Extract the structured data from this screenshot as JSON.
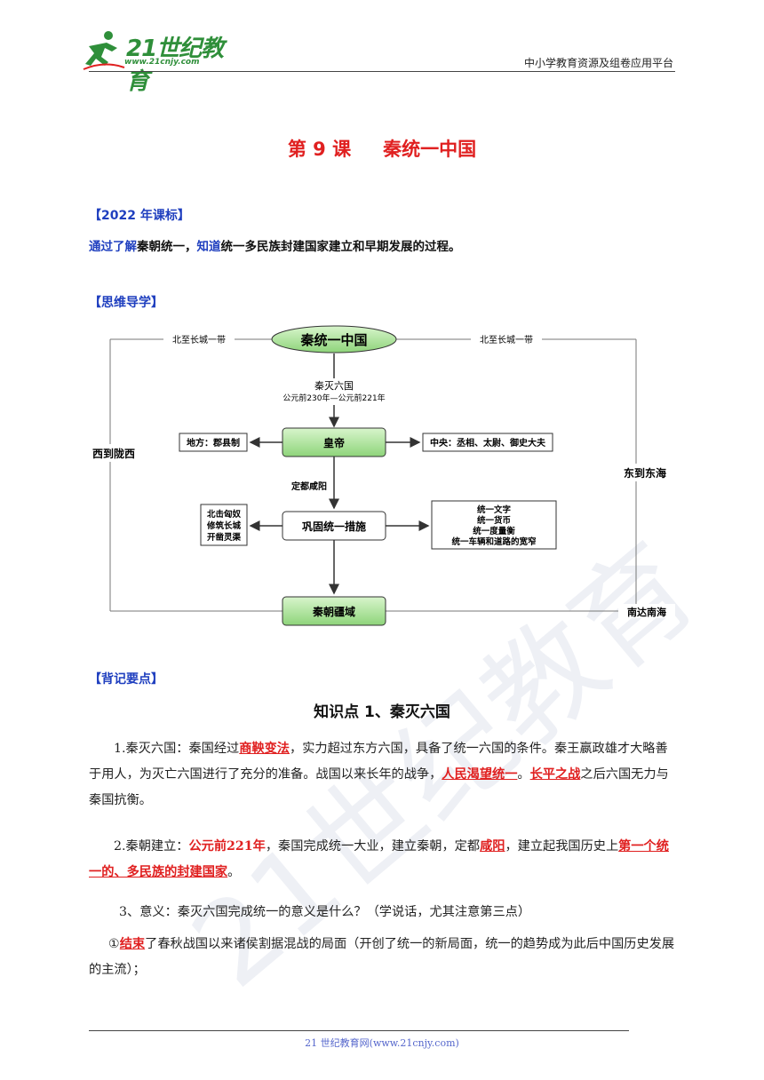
{
  "header": {
    "logo_text": "21世纪教育",
    "logo_url": "www.21cnjy.com",
    "right_text": "中小学教育资源及组卷应用平台"
  },
  "title": {
    "lesson": "第 9 课",
    "name": "秦统一中国"
  },
  "standard": {
    "heading": "【2022 年课标】",
    "part1": "通过了解",
    "part2": "秦朝统一，",
    "part3": "知道",
    "part4": "统一多民族封建国家建立和早期发展的过程。"
  },
  "mindmap": {
    "heading": "【思维导学】",
    "top_node": "秦统一中国",
    "top_left_label": "北至长城一带",
    "top_right_label": "北至长城一带",
    "conquest_label": "秦灭六国",
    "conquest_dates": "公元前230年—公元前221年",
    "emperor_node": "皇帝",
    "local_label": "地方：郡县制",
    "central_label": "中央：丞相、太尉、御史大夫",
    "capital_label": "定都咸阳",
    "measures_node": "巩固统一措施",
    "measures_left": [
      "北击匈奴",
      "修筑长城",
      "开凿灵渠"
    ],
    "measures_right": [
      "统一文字",
      "统一货币",
      "统一度量衡",
      "统一车辆和道路的宽窄"
    ],
    "territory_node": "秦朝疆域",
    "west_label": "西到陇西",
    "east_label": "东到东海",
    "south_label": "南达南海"
  },
  "keypoints": {
    "heading": "【背记要点】",
    "kp_title": "知识点 1、秦灭六国",
    "p1": {
      "a": "1.秦灭六国：秦国经过",
      "b": "商鞅变法",
      "c": "，实力超过东方六国，具备了统一六国的条件。秦王嬴政雄才大略善于用人，为灭亡六国进行了充分的准备。战国以来长年的战争，",
      "d": "人民渴望统一",
      "e": "。",
      "f": "长平之战",
      "g": "之后六国无力与秦国抗衡。"
    },
    "p2": {
      "a": "2.秦朝建立：",
      "b": "公元前221年",
      "c": "，秦国完成统一大业，建立秦朝，定都",
      "d": "咸阳",
      "e": "，建立起我国历史上",
      "f": "第一个统一的、多民族的封建国家",
      "g": "。"
    },
    "p3": "3、意义：秦灭六国完成统一的意义是什么？（学说话，尤其注意第三点）",
    "p4": {
      "a": "①",
      "b": "结束",
      "c": "了春秋战国以来诸侯割据混战的局面（开创了统一的新局面，统一的趋势成为此后中国历史发展的主流）；"
    }
  },
  "footer": {
    "text": "21 世纪教育网(www.21cnjy.com)"
  },
  "colors": {
    "accent_red": "#e02020",
    "accent_blue": "#1f3fbf",
    "node_green": "#9ee08a",
    "logo_green": "#2f8f3a"
  }
}
